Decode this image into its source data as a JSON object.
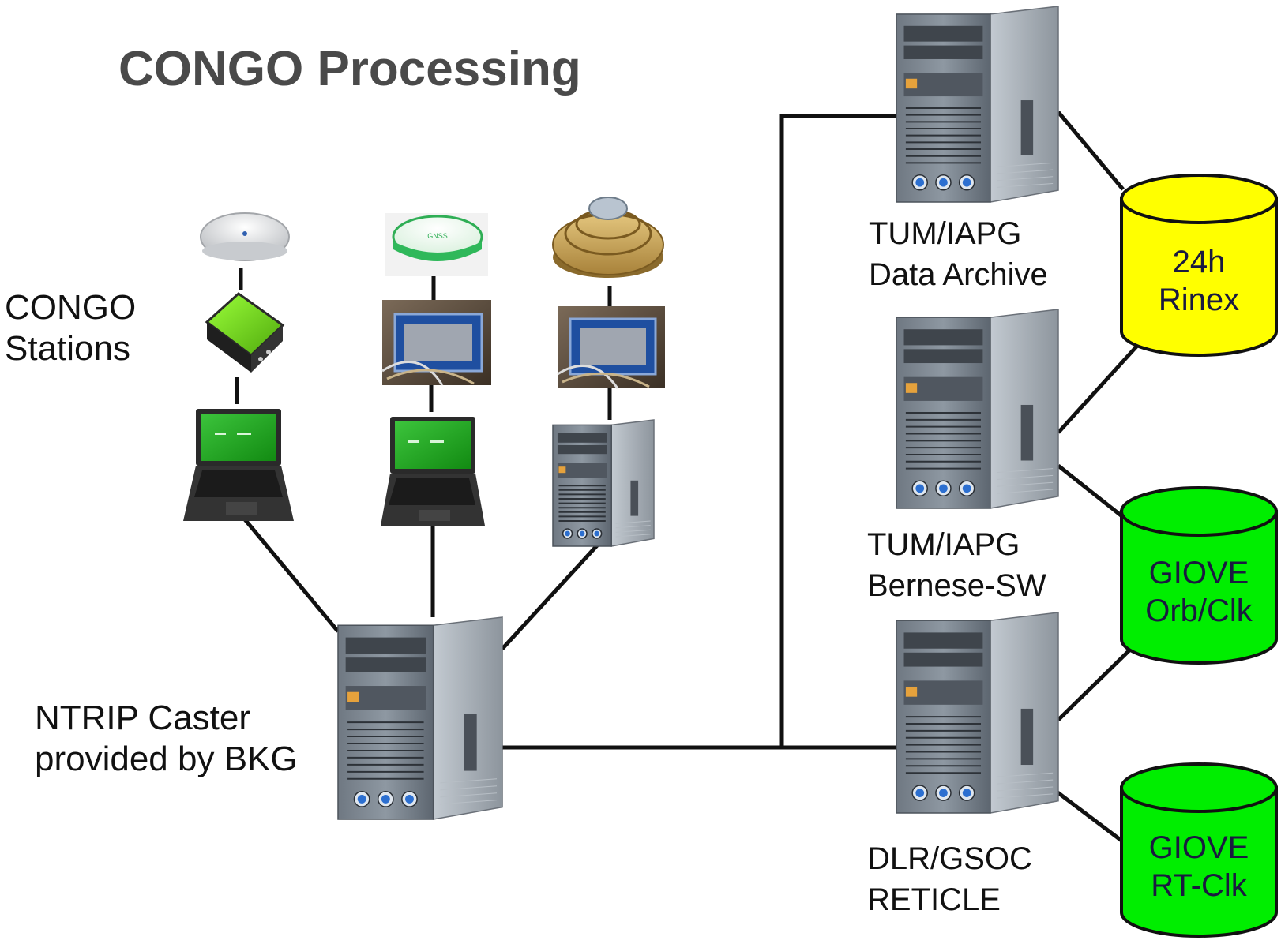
{
  "title": "CONGO Processing",
  "labels": {
    "congo_stations": [
      "CONGO",
      "Stations"
    ],
    "ntrip": [
      "NTRIP Caster",
      "provided by BKG"
    ],
    "archive": [
      "TUM/IAPG",
      "Data Archive"
    ],
    "bernese": [
      "TUM/IAPG",
      "Bernese-SW"
    ],
    "dlr": [
      "DLR/GSOC",
      "RETICLE"
    ]
  },
  "databases": {
    "rinex": [
      "24h",
      "Rinex"
    ],
    "orbclk": [
      "GIOVE",
      "Orb/Clk"
    ],
    "rtclk": [
      "GIOVE",
      "RT-Clk"
    ]
  },
  "colors": {
    "line": "#111111",
    "db_yellow": "#ffff00",
    "db_green": "#00ee00",
    "title": "#4a4a4a",
    "tower": "#9ea6ae",
    "laptop_screen": "#22b022"
  },
  "icons": {
    "antenna_1": "gnss-antenna-icon",
    "antenna_2": "gnss-antenna-icon",
    "antenna_3": "choke-ring-antenna-icon",
    "receiver_1": "receiver-icon",
    "receiver_2": "receiver-rack-icon",
    "receiver_3": "receiver-rack-icon",
    "laptop": "laptop-icon",
    "server": "server-tower-icon",
    "database": "database-cylinder-icon"
  }
}
